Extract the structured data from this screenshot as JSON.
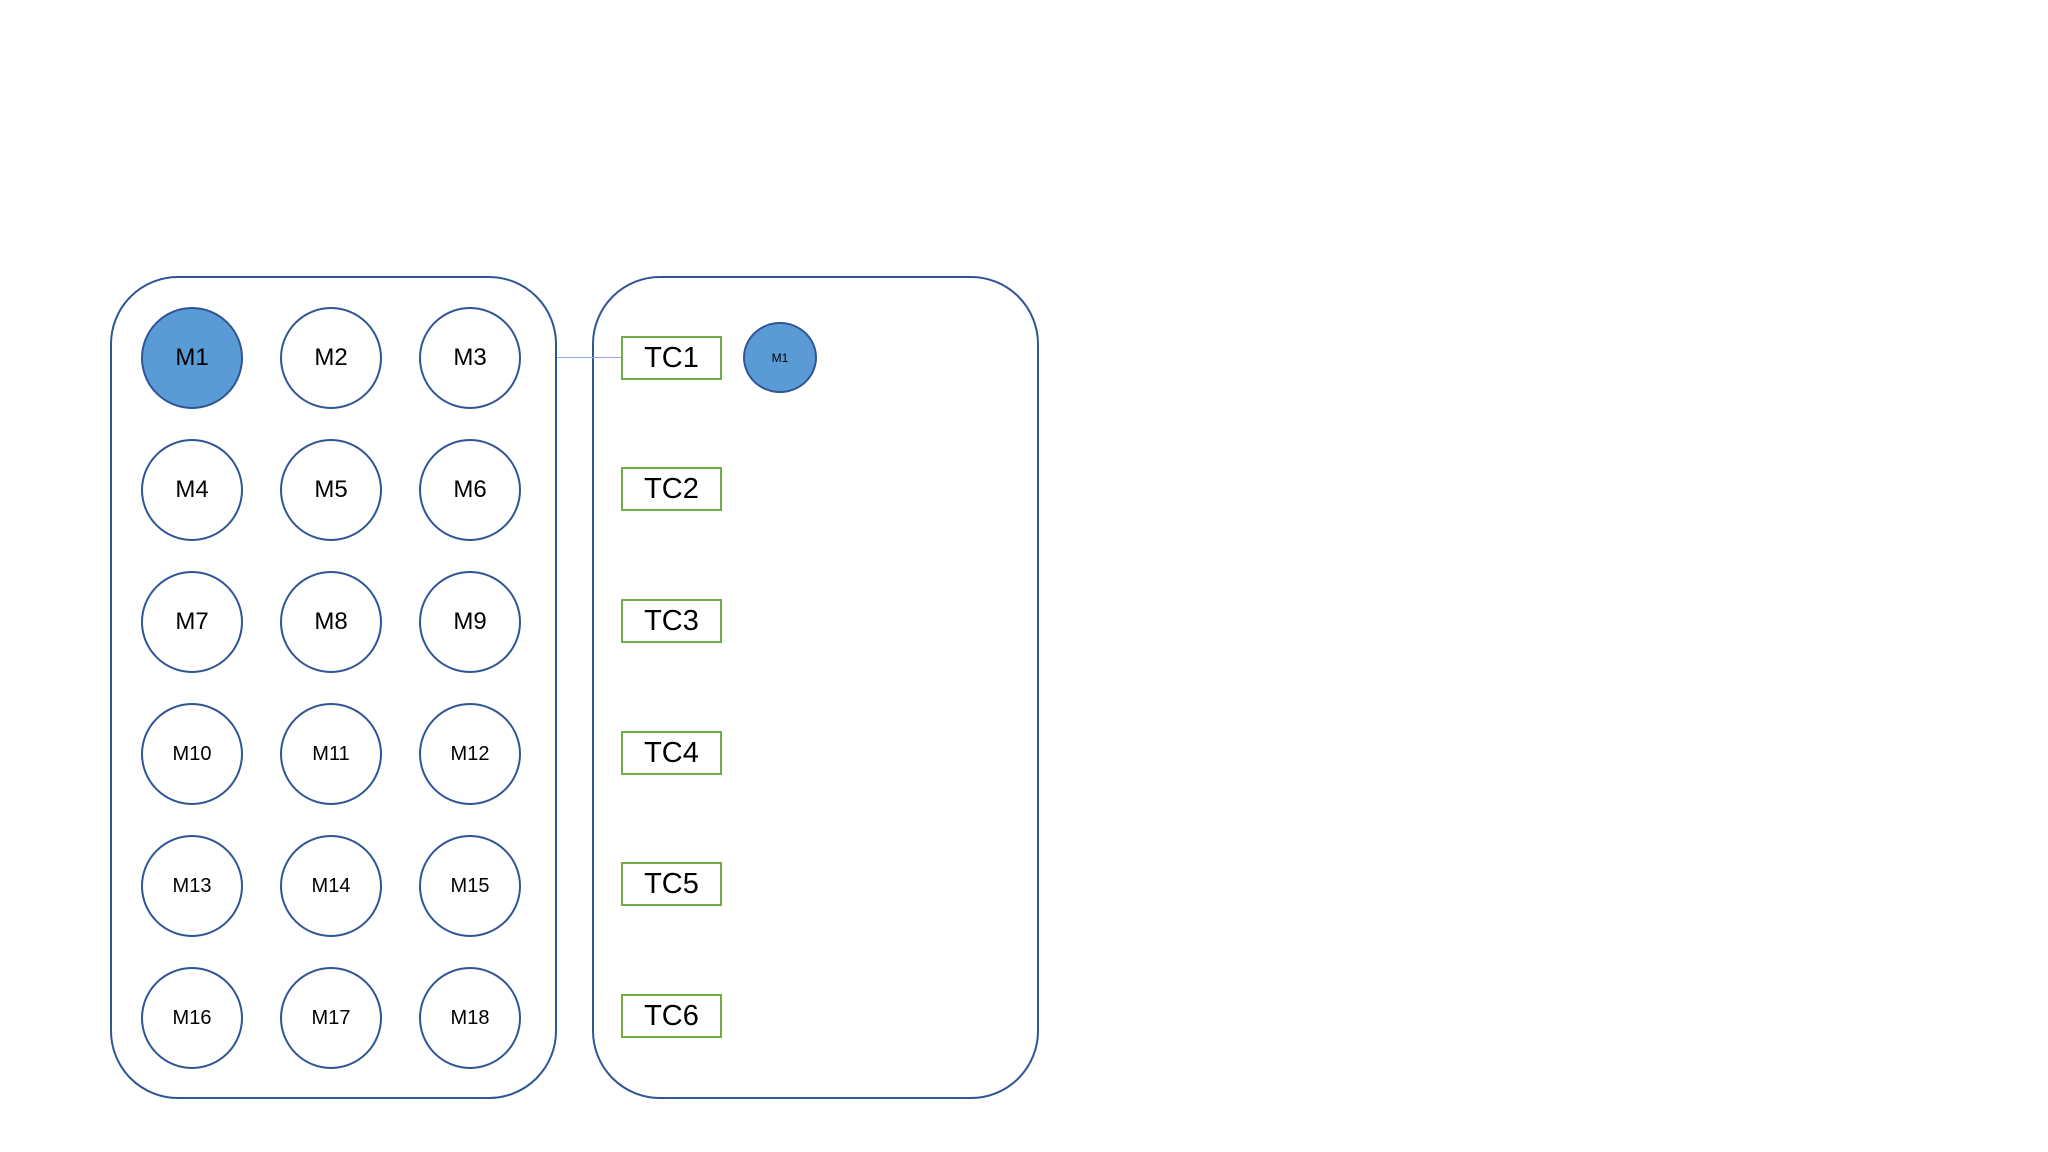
{
  "modules": [
    "M1",
    "M2",
    "M3",
    "M4",
    "M5",
    "M6",
    "M7",
    "M8",
    "M9",
    "M10",
    "M11",
    "M12",
    "M13",
    "M14",
    "M15",
    "M16",
    "M17",
    "M18"
  ],
  "selected_module": "M1",
  "test_channels": [
    "TC1",
    "TC2",
    "TC3",
    "TC4",
    "TC5",
    "TC6"
  ],
  "assignment": {
    "channel": "TC1",
    "module_label": "M1"
  },
  "colors": {
    "panel_border": "#2f5597",
    "module_fill_selected": "#5b9bd5",
    "channel_border": "#70ad47",
    "connector": "#8faadc"
  }
}
